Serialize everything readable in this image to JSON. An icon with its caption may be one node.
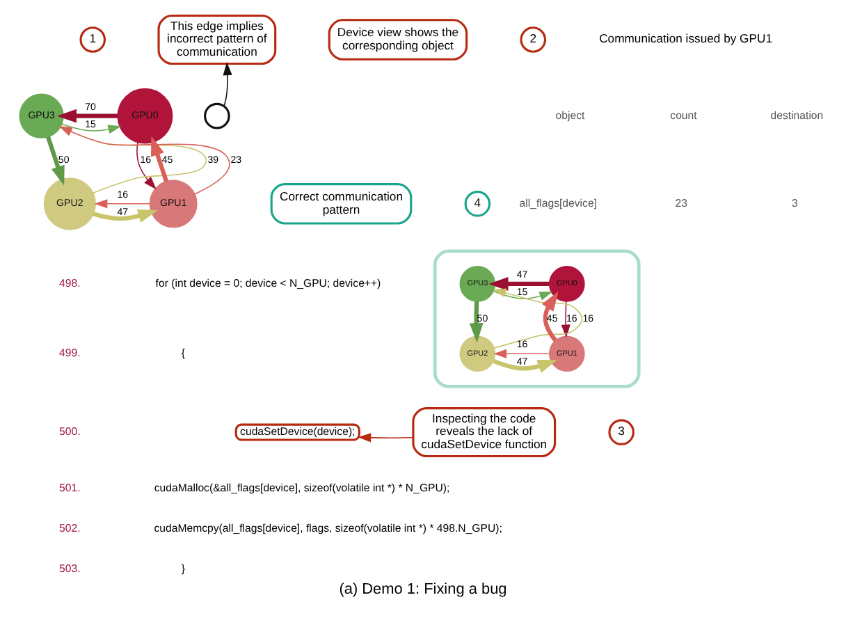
{
  "diagram": {
    "caption": "(a) Demo 1: Fixing a bug",
    "nodes": [
      {
        "text": [
          "This edge implies incorrect pattern of communication"
        ]
      },
      {
        "text": [
          "1"
        ]
      },
      {
        "text": [
          "Device view shows the corresponding object"
        ]
      },
      {
        "text": [
          "2"
        ]
      },
      {
        "text": [
          "GPU3"
        ]
      },
      {
        "text": [
          "GPU0"
        ]
      },
      {
        "text": [
          "GPU2"
        ]
      },
      {
        "text": [
          "GPU1"
        ]
      },
      {
        "text": [],
        "shape": "circle"
      },
      {
        "text": [],
        "shape": "box"
      },
      {
        "text": [
          "GPU3"
        ],
        "in": 9
      },
      {
        "text": [
          "GPU0"
        ],
        "in": 9
      },
      {
        "text": [
          "GPU2"
        ],
        "in": 9
      },
      {
        "text": [
          "GPU1"
        ],
        "in": 9
      },
      {
        "text": [
          "Correct communication pattern"
        ]
      },
      {
        "text": [
          "4"
        ]
      },
      {
        "text": [
          "cudaSetDevice(device);"
        ]
      },
      {
        "text": [
          "Inspecting the code reveals the lack of cudaSetDevice function"
        ]
      },
      {
        "text": [
          "3"
        ]
      }
    ],
    "edges": [
      {
        "from": 5,
        "to": 4,
        "arrow": "to",
        "label": "70",
        "style": "thick",
        "color": "#9b1030"
      },
      {
        "from": 4,
        "to": 5,
        "arrow": "to",
        "label": "15",
        "color": "#6aaa55"
      },
      {
        "from": 7,
        "to": 4,
        "arrow": "to",
        "label": "23",
        "color": "#d9605a"
      },
      {
        "from": 4,
        "to": 6,
        "arrow": "to",
        "label": "50",
        "style": "thick",
        "color": "#5e9a48"
      },
      {
        "from": 6,
        "to": 4,
        "arrow": "to",
        "label": "39",
        "color": "#c8c46a"
      },
      {
        "from": 5,
        "to": 7,
        "arrow": "to",
        "label": "16",
        "color": "#9b1030"
      },
      {
        "from": 7,
        "to": 5,
        "arrow": "to",
        "label": "45",
        "style": "thick",
        "color": "#d9605a"
      },
      {
        "from": 7,
        "to": 6,
        "arrow": "to",
        "label": "16",
        "color": "#d9605a"
      },
      {
        "from": 6,
        "to": 7,
        "arrow": "to",
        "label": "47",
        "style": "thick",
        "color": "#c8c46a"
      },
      {
        "from": 8,
        "to": 0,
        "arrow": "to",
        "color": "#111111"
      },
      {
        "from": 11,
        "to": 10,
        "arrow": "to",
        "label": "47",
        "style": "thick",
        "color": "#9b1030"
      },
      {
        "from": 10,
        "to": 11,
        "arrow": "to",
        "label": "15",
        "color": "#6aaa55"
      },
      {
        "from": 10,
        "to": 12,
        "arrow": "to",
        "label": "50",
        "style": "thick",
        "color": "#5e9a48"
      },
      {
        "from": 12,
        "to": 10,
        "arrow": "to",
        "label": "16",
        "color": "#c8c46a"
      },
      {
        "from": 11,
        "to": 13,
        "arrow": "to",
        "label": "16",
        "color": "#9b1030"
      },
      {
        "from": 13,
        "to": 11,
        "arrow": "to",
        "label": "45",
        "style": "thick",
        "color": "#d9605a"
      },
      {
        "from": 13,
        "to": 12,
        "arrow": "to",
        "label": "16",
        "color": "#d9605a"
      },
      {
        "from": 12,
        "to": 13,
        "arrow": "to",
        "label": "47",
        "style": "thick",
        "color": "#c8c46a"
      },
      {
        "from": 17,
        "to": 16,
        "arrow": "to",
        "color": "#b52a10"
      }
    ],
    "labels": [
      "Communication issued by GPU1",
      "object",
      "count",
      "destination",
      "all_flags[device]",
      "23",
      "3",
      "498.",
      "for (int device = 0; device < N_GPU; device++)",
      "499.",
      "{",
      "500.",
      "501.",
      "cudaMalloc(&all_flags[device], sizeof(volatile int *) * N_GPU);",
      "502.",
      "cudaMemcpy(all_flags[device], flags, sizeof(volatile int *) * 498.N_GPU);",
      "503.",
      "}"
    ]
  }
}
